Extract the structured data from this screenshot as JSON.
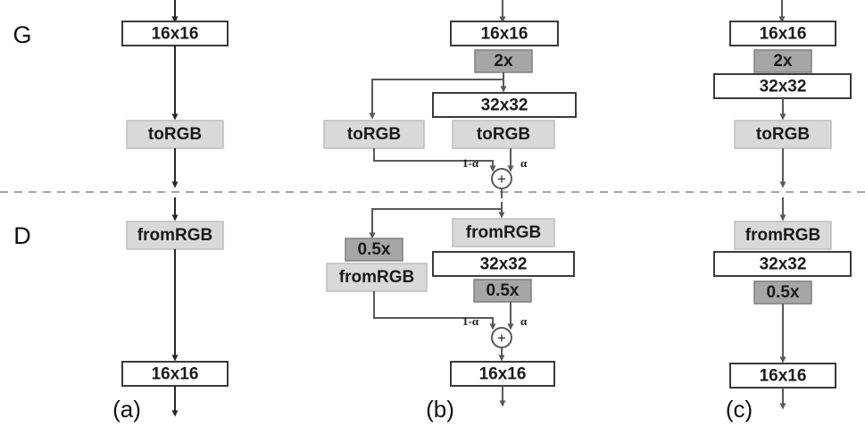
{
  "figure": {
    "rows": [
      {
        "id": "generator",
        "label": "G"
      },
      {
        "id": "discriminator",
        "label": "D"
      }
    ],
    "panels": [
      {
        "id": "a",
        "label": "(a)"
      },
      {
        "id": "b",
        "label": "(b)"
      },
      {
        "id": "c",
        "label": "(c)"
      }
    ],
    "colors": {
      "white_box_fill": "#ffffff",
      "white_box_stroke": "#3a3a3a",
      "light_box_fill": "#d9d9d9",
      "light_box_stroke": "#bdbdbd",
      "dark_box_fill": "#a6a6a6",
      "dark_box_stroke": "#7f7f7f",
      "arrow": "#595959",
      "arrow_dark": "#262626",
      "divider": "#a6a6a6",
      "text": "#1a1a1a"
    },
    "blend": {
      "left_weight": "1-α",
      "right_weight": "α",
      "operator": "+"
    },
    "panel_a": {
      "g": {
        "res_top": "16x16",
        "to_rgb": "toRGB"
      },
      "d": {
        "from_rgb": "fromRGB",
        "res_bottom": "16x16"
      }
    },
    "panel_b": {
      "g": {
        "res_top": "16x16",
        "upsample": "2x",
        "res_new": "32x32",
        "to_rgb_old": "toRGB",
        "to_rgb_new": "toRGB"
      },
      "d": {
        "from_rgb_new": "fromRGB",
        "res_new": "32x32",
        "downsample_new": "0.5x",
        "downsample_old": "0.5x",
        "from_rgb_old": "fromRGB",
        "res_bottom": "16x16"
      }
    },
    "panel_c": {
      "g": {
        "res_top": "16x16",
        "upsample": "2x",
        "res_new": "32x32",
        "to_rgb": "toRGB"
      },
      "d": {
        "from_rgb": "fromRGB",
        "res_new": "32x32",
        "downsample": "0.5x",
        "res_bottom": "16x16"
      }
    }
  }
}
